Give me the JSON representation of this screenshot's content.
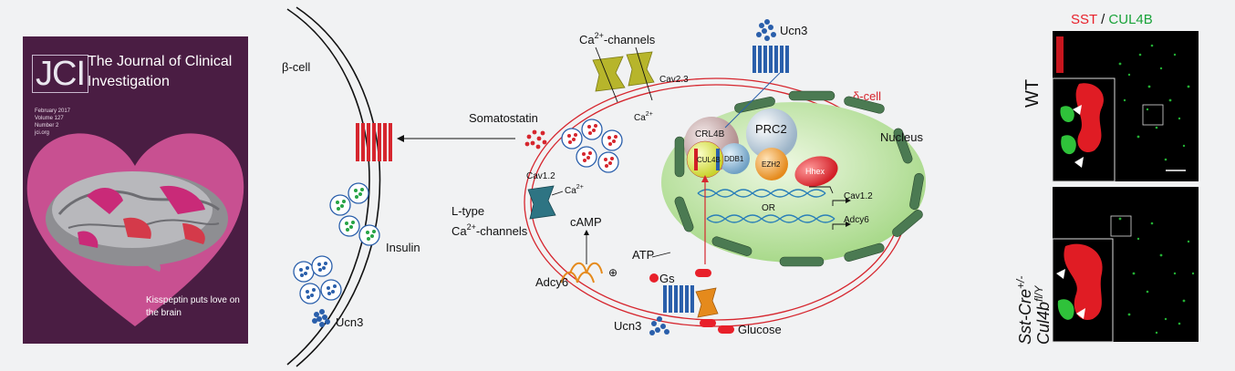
{
  "cover": {
    "logo": "JCI",
    "journal_title": "The Journal of Clinical Investigation",
    "issue_lines": [
      "February 2017",
      "Volume 127",
      "Number 2",
      "jci.org"
    ],
    "tagline": "Kisspeptin puts love on the brain"
  },
  "diagram": {
    "beta_cell": "β-cell",
    "delta_cell": "δ-cell",
    "nucleus": "Nucleus",
    "somatostatin": "Somatostatin",
    "insulin": "Insulin",
    "ucn3_left": "Ucn3",
    "ucn3_top": "Ucn3",
    "ucn3_bottom": "Ucn3",
    "ca_channels_top": "Ca",
    "ca_channels_top_sup": "2+",
    "ca_channels_top_suffix": "-channels",
    "cav23": "Cav2.3",
    "ca_ion_top": "Ca",
    "ca_ion_sup": "2+",
    "cav12": "Cav1.2",
    "ca_ion_left": "Ca",
    "ltype_line1": "L-type",
    "ltype_line2_a": "Ca",
    "ltype_line2_sup": "2+",
    "ltype_line2_b": "-channels",
    "camp": "cAMP",
    "atp": "ATP",
    "adcy6": "Adcy6",
    "gs": "Gs",
    "plus": "⊕",
    "glucose": "Glucose",
    "crl4b": "CRL4B",
    "cul4b": "CUL4B",
    "ddb1": "DDB1",
    "prc2": "PRC2",
    "ezh2": "EZH2",
    "hhex": "Hhex",
    "or": "OR",
    "target_cav12": "Cav1.2",
    "target_adcy6": "Adcy6"
  },
  "micrograph": {
    "stain_sst": "SST",
    "stain_sep": " / ",
    "stain_cul4b": "CUL4B",
    "wt_label": "WT",
    "ko_line1_a": "Sst-Cre",
    "ko_line1_sup": "+/-",
    "ko_line2_a": "Cul4b",
    "ko_line2_sup": "fl/Y"
  },
  "colors": {
    "sst": "#e8202a",
    "cul4b": "#1aa33a",
    "membrane_red": "#d6262e",
    "nucleus_fill": "#cdeab0",
    "cover_bg": "#4a1d43",
    "heart": "#d6579a"
  }
}
